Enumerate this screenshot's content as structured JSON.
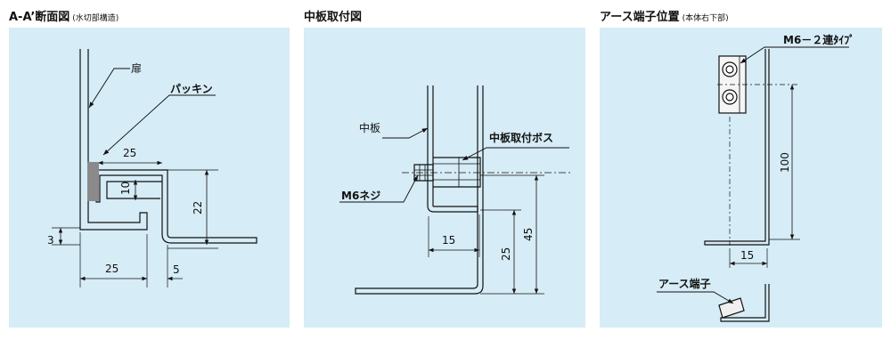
{
  "panels": [
    {
      "title": "A-A’断面図",
      "subtitle": "(水切部構造)",
      "labels": {
        "door": "扉",
        "packing": "パッキン"
      },
      "dims": {
        "d25_top": "25",
        "d10": "10",
        "d22": "22",
        "d3": "3",
        "d25_bottom": "25",
        "d5": "5"
      }
    },
    {
      "title": "中板取付図",
      "subtitle": "",
      "labels": {
        "plate": "中板",
        "boss": "中板取付ボス",
        "screw": "M6ネジ"
      },
      "dims": {
        "d15": "15",
        "d25": "25",
        "d45": "45"
      }
    },
    {
      "title": "アース端子位置",
      "subtitle": "(本体右下部)",
      "labels": {
        "m6": "M6－２連ﾀｲﾌﾟ",
        "earth": "アース端子"
      },
      "dims": {
        "d100": "100",
        "d15": "15"
      }
    }
  ],
  "colors": {
    "panel_bg": "#d6ecf6",
    "line": "#111111",
    "gasket": "#8a8a8a"
  }
}
